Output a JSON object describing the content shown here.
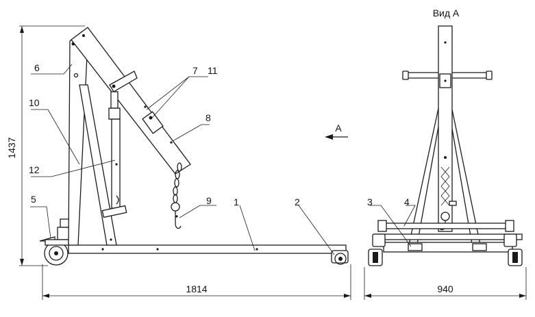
{
  "view_title": "Вид А",
  "view_arrow_label": "А",
  "dimensions": {
    "height": "1437",
    "length": "1814",
    "width": "940"
  },
  "part_labels": {
    "p1": "1",
    "p2": "2",
    "p3": "3",
    "p4": "4",
    "p5": "5",
    "p6": "6",
    "p7": "7",
    "p8": "8",
    "p9": "9",
    "p10": "10",
    "p11": "11",
    "p12": "12"
  }
}
